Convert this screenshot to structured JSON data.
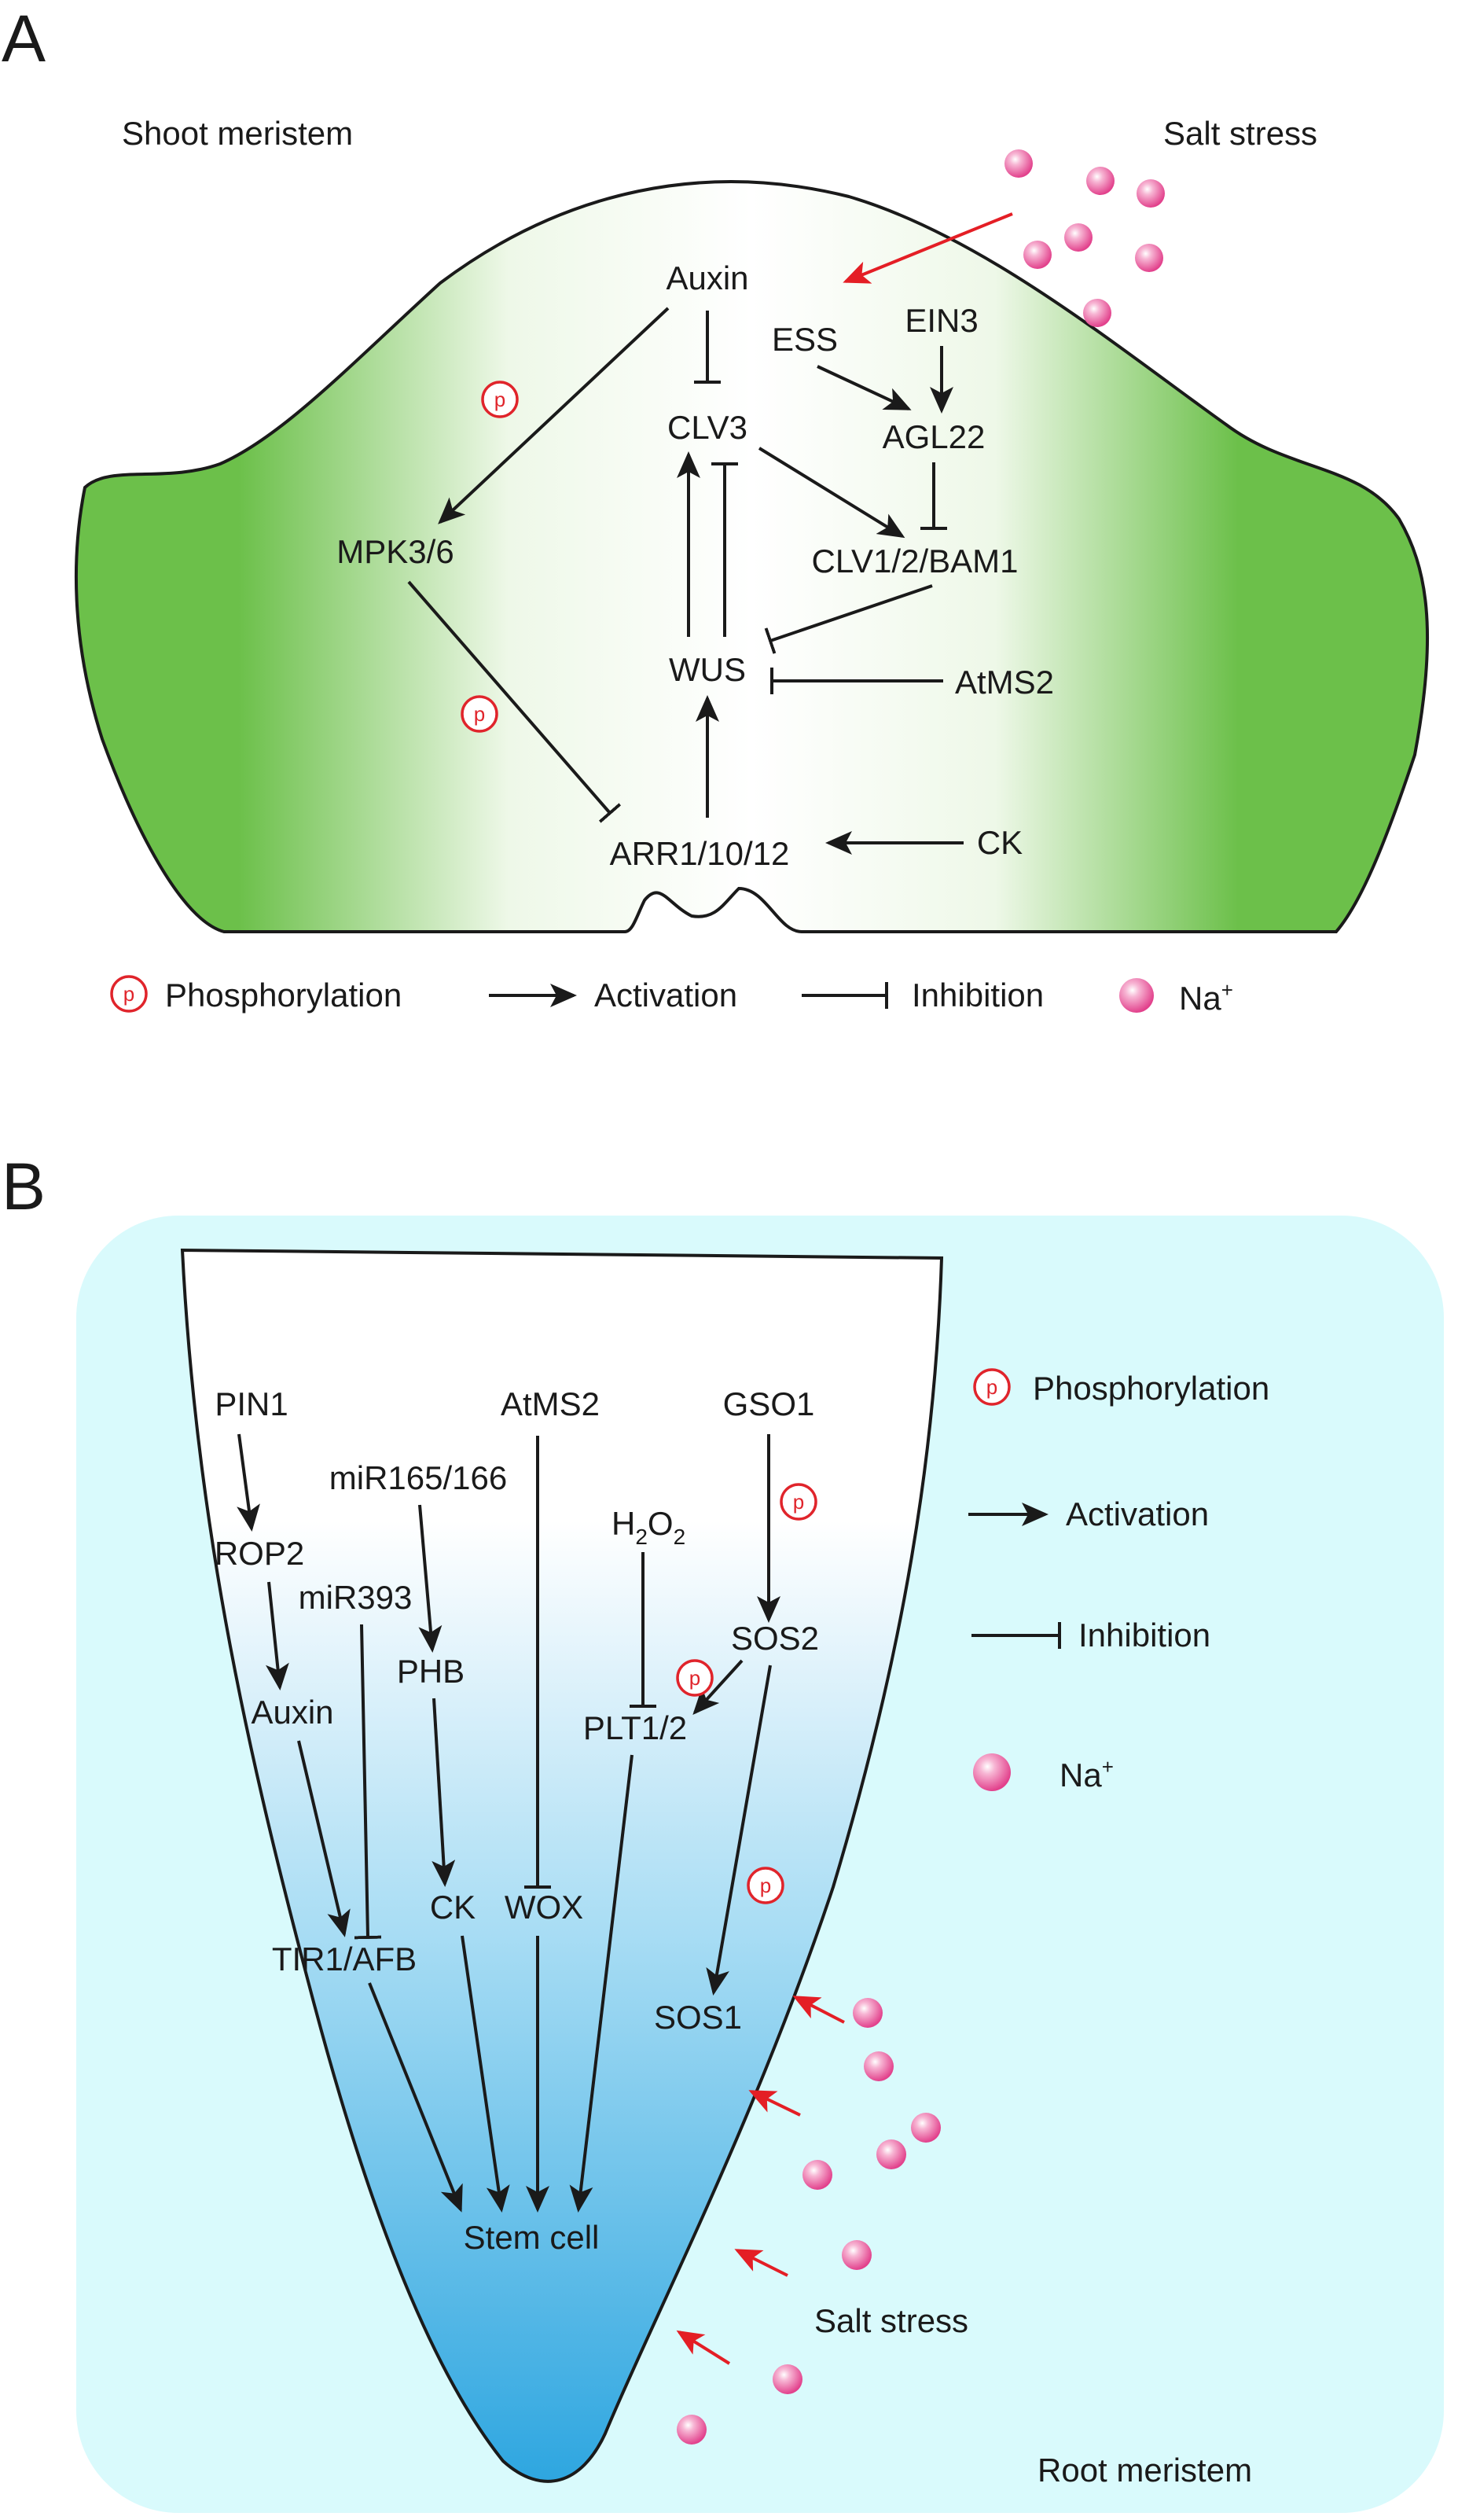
{
  "panelA": {
    "letter": "A",
    "title": "Shoot meristem",
    "stress_label": "Salt stress",
    "nodes": {
      "auxin": "Auxin",
      "ess": "ESS",
      "ein3": "EIN3",
      "clv3": "CLV3",
      "agl22": "AGL22",
      "mpk": "MPK3/6",
      "clv12": "CLV1/2/BAM1",
      "wus": "WUS",
      "atms2": "AtMS2",
      "arr": "ARR1/10/12",
      "ck": "CK"
    },
    "legend": {
      "p_symbol": "p",
      "phos": "Phosphorylation",
      "act": "Activation",
      "inh": "Inhibition",
      "na": "Na",
      "na_sup": "+"
    }
  },
  "panelB": {
    "letter": "B",
    "title": "Root meristem",
    "stress_label": "Salt stress",
    "nodes": {
      "pin1": "PIN1",
      "atms2": "AtMS2",
      "gso1": "GSO1",
      "mir165": "miR165/166",
      "h2o2": "H",
      "h2o2_sub1": "2",
      "h2o2_o": "O",
      "h2o2_sub2": "2",
      "rop2": "ROP2",
      "mir393": "miR393",
      "sos2": "SOS2",
      "phb": "PHB",
      "plt": "PLT1/2",
      "auxin": "Auxin",
      "ck": "CK",
      "wox": "WOX",
      "tir": "TIR1/AFB",
      "sos1": "SOS1",
      "stem": "Stem cell"
    },
    "legend": {
      "p_symbol": "p",
      "phos": "Phosphorylation",
      "act": "Activation",
      "inh": "Inhibition",
      "na": "Na",
      "na_sup": "+"
    }
  },
  "colors": {
    "shoot_green": "#6cc04a",
    "root_bg": "#d9fafc",
    "root_top": "#ffffff",
    "root_bottom": "#2ea6e0",
    "arrow_red": "#e41e25",
    "ion_pink": "#e2418c",
    "phospho_red": "#e0242b"
  },
  "icons": {
    "phospho": "phosphorylation-circle-icon",
    "ion": "sodium-ion-icon"
  }
}
